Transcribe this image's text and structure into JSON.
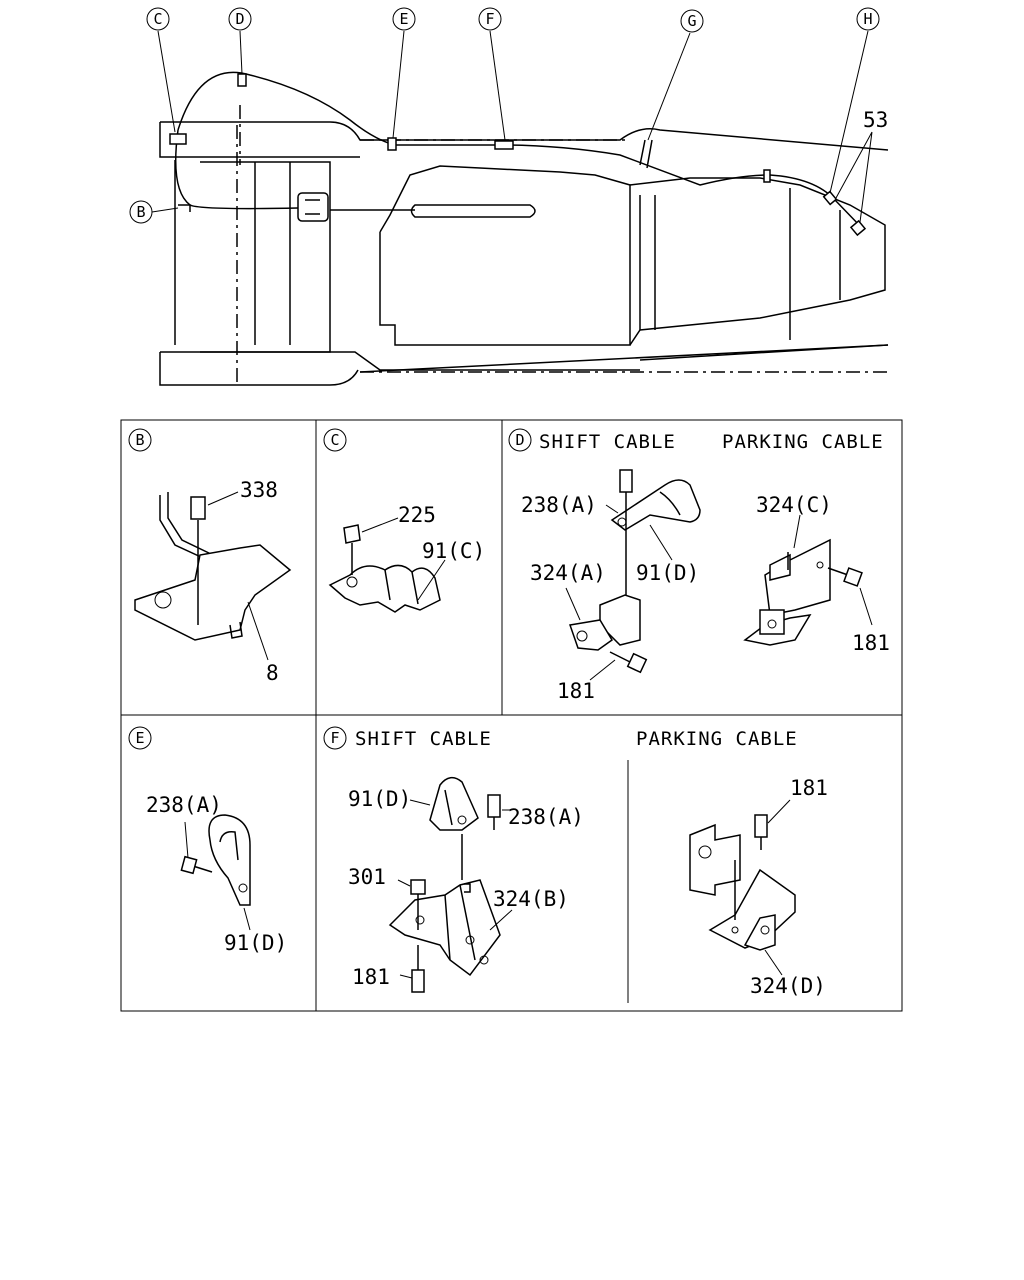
{
  "overview": {
    "callouts": [
      "C",
      "D",
      "E",
      "F",
      "G",
      "H",
      "B"
    ],
    "part_53": "53"
  },
  "panels": {
    "b": {
      "letter": "B",
      "parts": [
        "338",
        "8"
      ]
    },
    "c": {
      "letter": "C",
      "parts": [
        "225",
        "91(C)"
      ]
    },
    "d": {
      "letter": "D",
      "heading_shift": "SHIFT CABLE",
      "heading_parking": "PARKING CABLE",
      "parts": [
        "238(A)",
        "91(D)",
        "324(A)",
        "181",
        "324(C)",
        "181"
      ]
    },
    "e": {
      "letter": "E",
      "parts": [
        "238(A)",
        "91(D)"
      ]
    },
    "f": {
      "letter": "F",
      "heading_shift": "SHIFT CABLE",
      "heading_parking": "PARKING CABLE",
      "parts": [
        "91(D)",
        "238(A)",
        "301",
        "324(B)",
        "181",
        "181",
        "324(D)"
      ]
    }
  }
}
